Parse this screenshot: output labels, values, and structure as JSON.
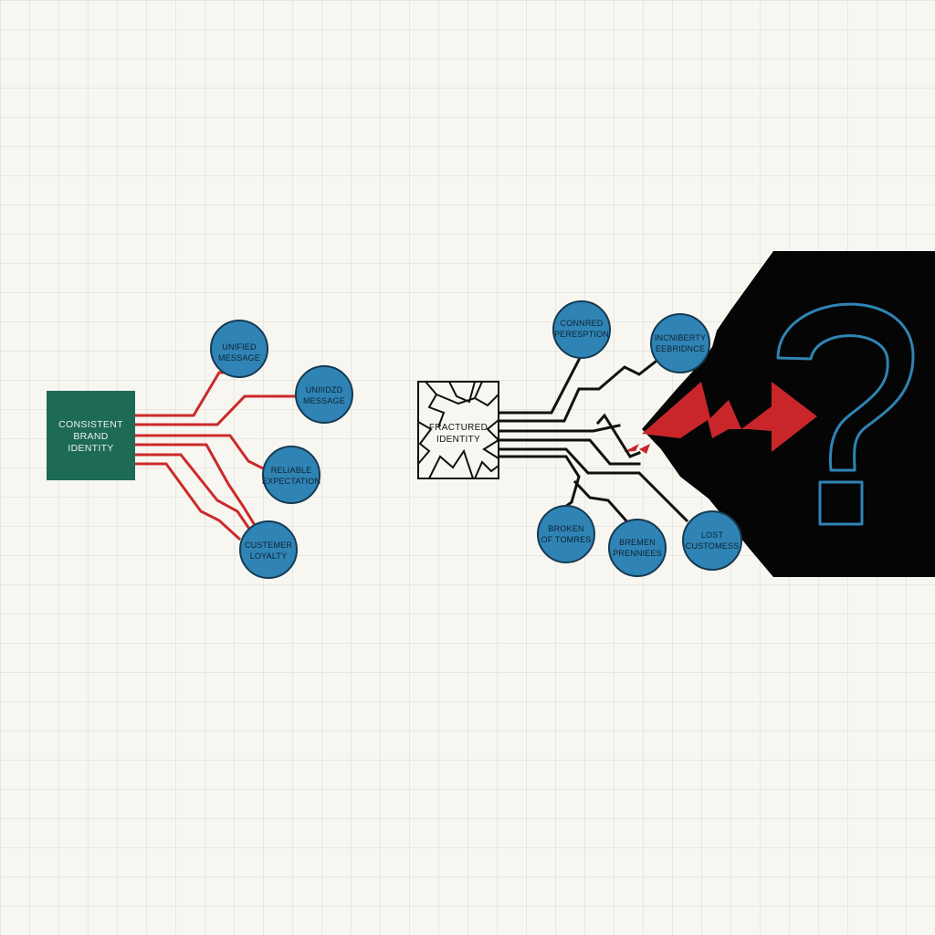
{
  "colors": {
    "background": "#f7f6f1",
    "brand_box": "#1d6a55",
    "node_fill": "#2f84b5",
    "node_stroke": "#163a52",
    "good_lines": "#cc2a2a",
    "bad_lines": "#111111",
    "void": "#050505",
    "question_mark": "#2f84b5",
    "bolt": "#c8262b"
  },
  "left": {
    "source": [
      "CONSISTENT",
      "BRAND",
      "IDENTITY"
    ],
    "nodes": [
      {
        "id": "unified-message",
        "lines": [
          "UNIFIED",
          "MESSAGE"
        ]
      },
      {
        "id": "unified-message-2",
        "lines": [
          "UNIIIDZD",
          "MESSAGE"
        ]
      },
      {
        "id": "reliable-expectation",
        "lines": [
          "RELIABLE",
          "EXPECTATION"
        ]
      },
      {
        "id": "customer-loyalty",
        "lines": [
          "CUSTEMER",
          "LOYALTY"
        ]
      }
    ]
  },
  "right": {
    "source": [
      "FRACTURED",
      "IDENTITY"
    ],
    "nodes": [
      {
        "id": "confused-perception",
        "lines": [
          "CONNRED",
          "PERESPTION"
        ]
      },
      {
        "id": "inconsistent-experience",
        "lines": [
          "INCNIBERTY",
          "EEBRIDNCE"
        ]
      },
      {
        "id": "broken-promises",
        "lines": [
          "BROKEN",
          "OF TOMRES"
        ]
      },
      {
        "id": "broken-promises-2",
        "lines": [
          "BREMEN",
          "PRENNIEES"
        ]
      },
      {
        "id": "lost-customers",
        "lines": [
          "LOST",
          "CUSTOMESS"
        ]
      }
    ],
    "question_symbol": "?"
  }
}
